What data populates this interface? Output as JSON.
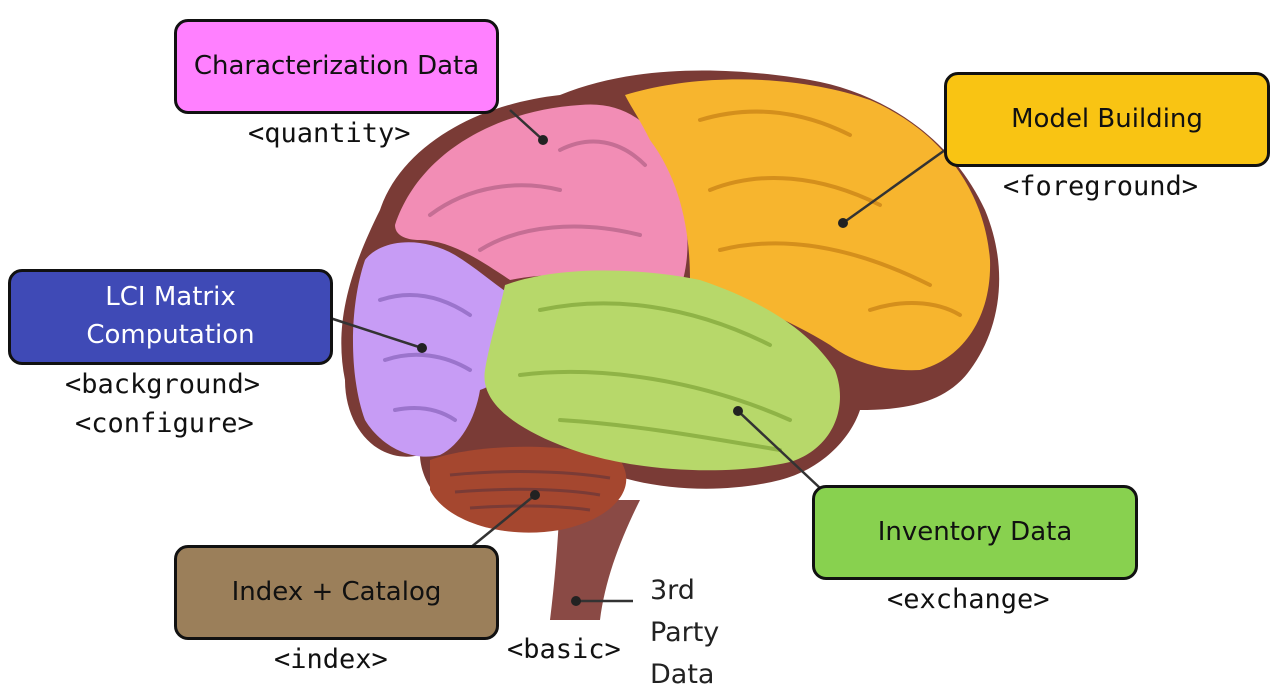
{
  "regions": {
    "characterization": {
      "label": "Characterization Data",
      "tag": "<quantity>",
      "color": "#ff80ff"
    },
    "model_building": {
      "label": "Model Building",
      "tag": "<foreground>",
      "color": "#f9c413"
    },
    "lci_matrix": {
      "label_line1": "LCI Matrix",
      "label_line2": "Computation",
      "tag1": "<background>",
      "tag2": "<configure>",
      "color": "#3f4ab6"
    },
    "inventory": {
      "label": "Inventory Data",
      "tag": "<exchange>",
      "color": "#88d14f"
    },
    "index_catalog": {
      "label": "Index + Catalog",
      "tag": "<index>",
      "color": "#9b7f5a"
    },
    "third_party": {
      "tag": "<basic>",
      "line1": "3rd",
      "line2": "Party",
      "line3": "Data"
    }
  },
  "brain_colors": {
    "outline": "#7a3b36",
    "frontal_pink": "#f28db5",
    "parietal_orange": "#f7b52e",
    "occipital_purple": "#c79cf5",
    "temporal_green": "#b7d86a",
    "cerebellum": "#a5472f",
    "stem": "#8a4a45"
  }
}
